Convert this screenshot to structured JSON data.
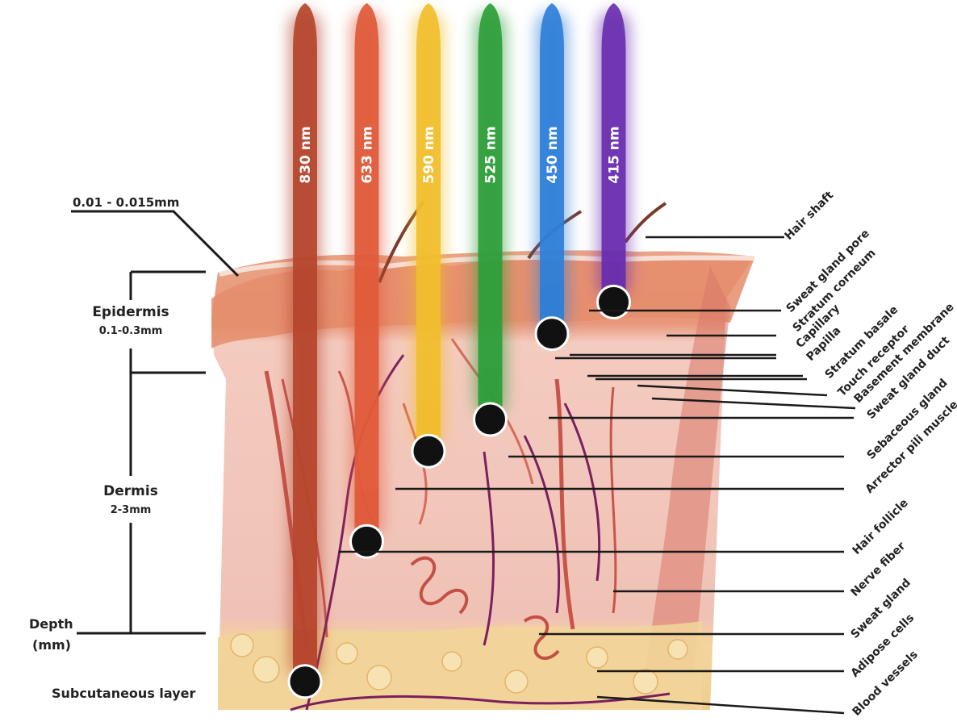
{
  "beams": [
    {
      "label": "830 nm",
      "color": "#b5452d",
      "depth": 0.93
    },
    {
      "label": "633 nm",
      "color": "#e05a3a",
      "depth": 0.62
    },
    {
      "label": "590 nm",
      "color": "#f1be2c",
      "depth": 0.42
    },
    {
      "label": "525 nm",
      "color": "#2e9e3a",
      "depth": 0.35
    },
    {
      "label": "450 nm",
      "color": "#2f7fd8",
      "depth": 0.16
    },
    {
      "label": "415 nm",
      "color": "#6a2fb0",
      "depth": 0.09
    }
  ],
  "left_labels": {
    "thickness": "0.01 - 0.015mm",
    "epidermis": "Epidermis",
    "epidermis_depth": "0.1-0.3mm",
    "dermis": "Dermis",
    "dermis_depth": "2-3mm",
    "depth_line1": "Depth",
    "depth_line2": "(mm)",
    "subcutaneous": "Subcutaneous layer"
  },
  "right_labels": [
    "Hair shaft",
    "Sweat gland pore",
    "Stratum corneum",
    "Capillary",
    "Papilla",
    "Stratum basale",
    "Touch receptor",
    "Basement membrane",
    "Sweat gland duct",
    "Sebaceous gland",
    "Arrector pili muscle",
    "Hair follicle",
    "Nerve fiber",
    "Sweat gland",
    "Adipose cells",
    "Blood vessels"
  ],
  "colors": {
    "epidermis": "#e9a07f",
    "dermis": "#f2c7bd",
    "dermis_dark": "#d9786a",
    "fat": "#f2d49a",
    "vessel": "#7a1f5f",
    "leader": "#1a1a1a"
  }
}
